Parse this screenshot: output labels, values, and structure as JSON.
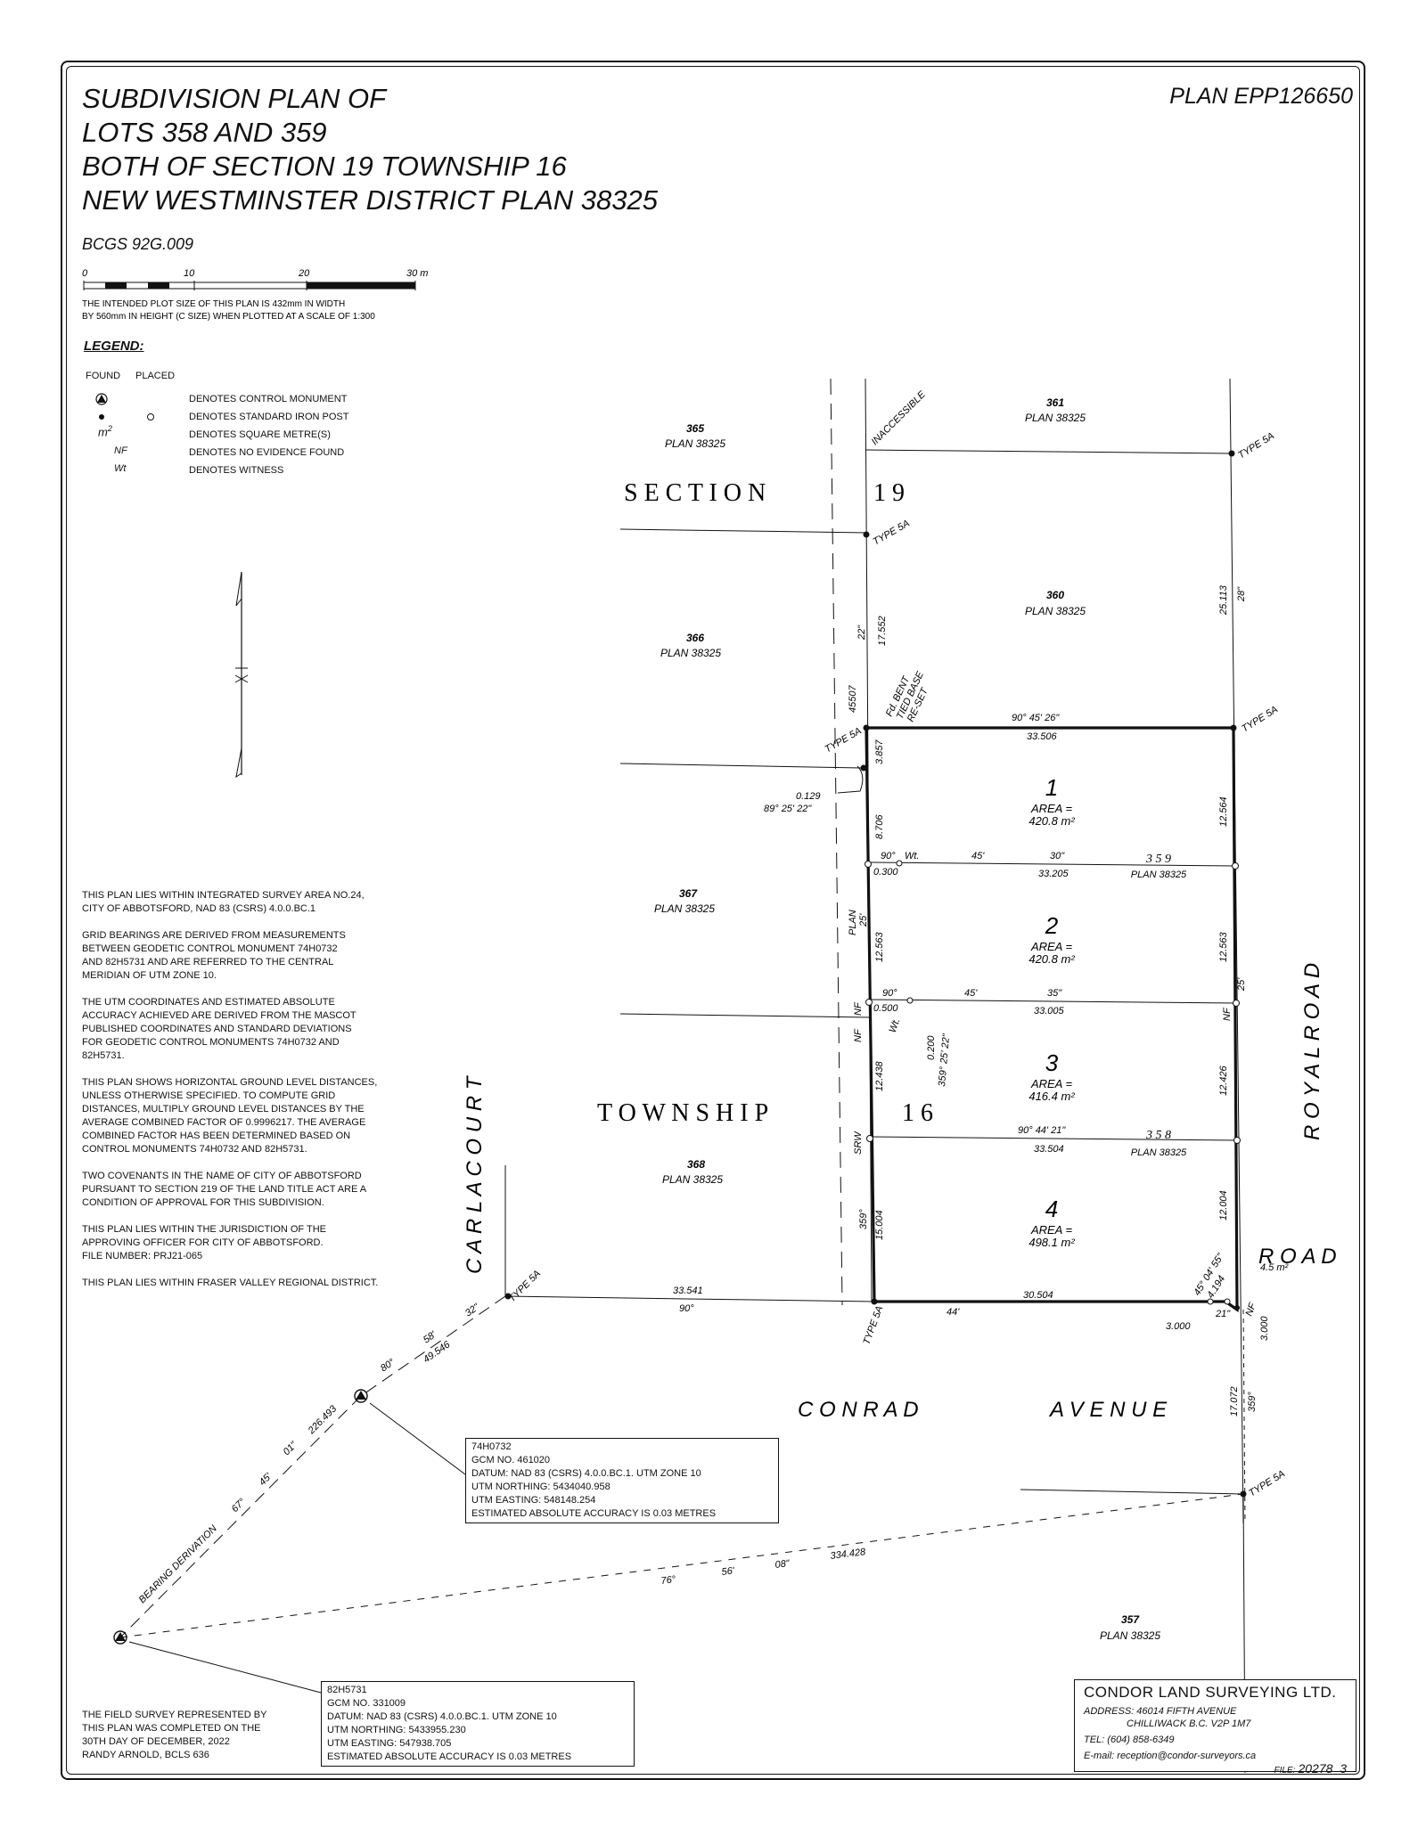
{
  "title_lines": [
    "SUBDIVISION  PLAN  OF",
    "LOTS 358 AND 359",
    "BOTH OF  SECTION 19  TOWNSHIP 16",
    "NEW WESTMINSTER DISTRICT  PLAN 38325"
  ],
  "plan_number": "PLAN  EPP126650",
  "bcgs": "BCGS  92G.009",
  "scale": {
    "ticks": [
      "0",
      "10",
      "20",
      "30  m"
    ],
    "note_line1": "THE  INTENDED  PLOT  SIZE  OF  THIS  PLAN  IS  432mm  IN  WIDTH",
    "note_line2": "BY  560mm  IN  HEIGHT  (C  SIZE)  WHEN  PLOTTED  AT  A  SCALE  OF  1:300"
  },
  "legend": {
    "heading": "LEGEND:",
    "col_found": "FOUND",
    "col_placed": "PLACED",
    "items": [
      {
        "symbol": "control-monument",
        "text": "DENOTES  CONTROL  MONUMENT"
      },
      {
        "symbol": "iron-post",
        "text": "DENOTES  STANDARD  IRON  POST"
      },
      {
        "symbol": "m2",
        "text": "DENOTES  SQUARE  METRE(S)"
      },
      {
        "symbol": "NF",
        "text": "DENOTES  NO  EVIDENCE  FOUND"
      },
      {
        "symbol": "Wt",
        "text": "DENOTES  WITNESS"
      }
    ],
    "m2_label": "m",
    "m2_sup": "2",
    "nf_label": "NF",
    "wt_label": "Wt"
  },
  "notes": [
    [
      "THIS  PLAN  LIES  WITHIN  INTEGRATED  SURVEY  AREA  NO.24,",
      "CITY  OF  ABBOTSFORD,  NAD  83  (CSRS)  4.0.0.BC.1"
    ],
    [
      "GRID  BEARINGS  ARE  DERIVED  FROM  MEASUREMENTS",
      "BETWEEN  GEODETIC  CONTROL  MONUMENT  74H0732",
      "AND  82H5731  AND  ARE  REFERRED  TO  THE  CENTRAL",
      "MERIDIAN  OF  UTM  ZONE  10."
    ],
    [
      "THE  UTM  COORDINATES  AND  ESTIMATED  ABSOLUTE",
      "ACCURACY  ACHIEVED  ARE  DERIVED  FROM  THE  MASCOT",
      "PUBLISHED  COORDINATES  AND  STANDARD  DEVIATIONS",
      "FOR  GEODETIC  CONTROL  MONUMENTS  74H0732  AND",
      "82H5731."
    ],
    [
      "THIS  PLAN  SHOWS  HORIZONTAL  GROUND  LEVEL  DISTANCES,",
      "UNLESS  OTHERWISE  SPECIFIED.  TO  COMPUTE  GRID",
      "DISTANCES,  MULTIPLY  GROUND  LEVEL  DISTANCES  BY  THE",
      "AVERAGE  COMBINED  FACTOR  OF  0.9996217.  THE  AVERAGE",
      "COMBINED  FACTOR  HAS  BEEN  DETERMINED  BASED  ON",
      "CONTROL  MONUMENTS  74H0732  AND  82H5731."
    ],
    [
      "TWO  COVENANTS  IN  THE  NAME  OF  CITY  OF  ABBOTSFORD",
      "PURSUANT  TO  SECTION  219  OF  THE  LAND  TITLE  ACT  ARE  A",
      "CONDITION  OF  APPROVAL  FOR  THIS  SUBDIVISION."
    ],
    [
      "THIS  PLAN  LIES  WITHIN  THE  JURISDICTION  OF  THE",
      "APPROVING  OFFICER  FOR  CITY  OF  ABBOTSFORD.",
      "FILE  NUMBER:  PRJ21-065"
    ],
    [
      "THIS  PLAN  LIES  WITHIN  FRASER  VALLEY  REGIONAL  DISTRICT."
    ]
  ],
  "field_survey": [
    "THE  FIELD  SURVEY  REPRESENTED  BY",
    "THIS  PLAN  WAS  COMPLETED  ON  THE",
    "30TH  DAY  OF  DECEMBER,  2022",
    "RANDY  ARNOLD,  BCLS  636"
  ],
  "monument_a": [
    "74H0732",
    "GCM  NO.  461020",
    "DATUM:  NAD  83  (CSRS)  4.0.0.BC.1.  UTM  ZONE  10",
    "UTM  NORTHING:  5434040.958",
    "UTM  EASTING:  548148.254",
    "ESTIMATED  ABSOLUTE  ACCURACY  IS  0.03  METRES"
  ],
  "monument_b": [
    "82H5731",
    "GCM  NO.  331009",
    "DATUM:  NAD  83  (CSRS)  4.0.0.BC.1.  UTM  ZONE  10",
    "UTM  NORTHING:  5433955.230",
    "UTM  EASTING:  547938.705",
    "ESTIMATED  ABSOLUTE  ACCURACY  IS  0.03  METRES"
  ],
  "company": {
    "name": "CONDOR  LAND  SURVEYING  LTD.",
    "address1": "ADDRESS:  46014  FIFTH  AVENUE",
    "address2": "CHILLIWACK   B.C.  V2P  1M7",
    "tel": "TEL:  (604)  858-6349",
    "email": "E-mail:  reception@condor-surveyors.ca",
    "file_label": "FILE:",
    "file_value": "20278_3"
  },
  "plan": {
    "section_word": "S E C T I O N",
    "section_no": "1 9",
    "township_word": "T O W N S H I P",
    "township_no": "1 6",
    "carla_court": "C A R L A     C O U R T",
    "royal_road": "R O Y A L     R O A D",
    "conrad": "C O N R A D",
    "avenue": "A V E N U E",
    "road_corner": "R O A D",
    "plan_38325": "PLAN  38325",
    "lot_365": "365",
    "lot_366": "366",
    "lot_367": "367",
    "lot_368": "368",
    "lot_361": "361",
    "lot_360": "360",
    "lot_357": "357",
    "lot_359_label": "3 5 9",
    "lot_358_label": "3 5 8",
    "inaccessible": "INACCESSIBLE",
    "type5a": "TYPE 5A",
    "fd_bent": "Fd. BENT",
    "tied_base": "TIED BASE",
    "reset": "RE-SET",
    "dim_45507": "45507",
    "dim_22": "22\"",
    "dim_17552": "17.552",
    "dim_25113": "25.113",
    "dim_28": "28\"",
    "brg_top": "90°    45'    26\"",
    "len_top": "33.506",
    "dim_3857": "3.857",
    "dim_0129": "0.129",
    "brg_0129": "89° 25' 22\"",
    "dim_8706": "8.706",
    "dim_12564": "12.564",
    "wt1": "90°",
    "wt_lbl": "Wt.",
    "brg_1a": "45'",
    "brg_1b": "30\"",
    "len_1": "33.205",
    "dim_0300": "0.300",
    "plan_label": "PLAN",
    "plan_25": "25'",
    "dim_12563": "12.563",
    "dim_12563r": "12.563",
    "dim_25r": "25'",
    "brg_2a": "90°",
    "brg_2b": "45'",
    "brg_2c": "35\"",
    "len_2": "33.005",
    "dim_0500": "0.500",
    "wt2": "Wt.",
    "dim_0200": "0.200",
    "brg_0200": "359° 25' 22\"",
    "nf": "NF",
    "dim_12438": "12.438",
    "dim_12426": "12.426",
    "brg_3": "90°  44'  21\"",
    "len_3": "33.504",
    "srw": "SRW",
    "dim_359": "359°",
    "dim_15004": "15.004",
    "dim_12004": "12.004",
    "bot_len_left": "33.541",
    "bot_brg_left": "90°",
    "bot_44": "44'",
    "bot_len_right": "30.504",
    "corner_brg": "45° 04' 55\"",
    "corner_len": "4.194",
    "corner_area": "4.5 m²",
    "dim_3000a": "3.000",
    "dim_3000b": "3.000",
    "dim_21": "21\"",
    "dim_17072": "17.072",
    "dim_359b": "359°",
    "bd_32": "32\"",
    "bd_58": "58'",
    "bd_49546": "49.546",
    "bd_80": "80°",
    "bd_226493": "226.493",
    "bd_01": "01\"",
    "bd_45": "45'",
    "bd_67": "67°",
    "bd_label": "BEARING   DERIVATION",
    "base_76": "76°",
    "base_56": "56'",
    "base_08": "08\"",
    "base_334428": "334.428"
  },
  "lots": [
    {
      "no": "1",
      "area_label": "AREA  =",
      "area": "420.8  m²"
    },
    {
      "no": "2",
      "area_label": "AREA  =",
      "area": "420.8  m²"
    },
    {
      "no": "3",
      "area_label": "AREA  =",
      "area": "416.4  m²"
    },
    {
      "no": "4",
      "area_label": "AREA  =",
      "area": "498.1  m²"
    }
  ]
}
